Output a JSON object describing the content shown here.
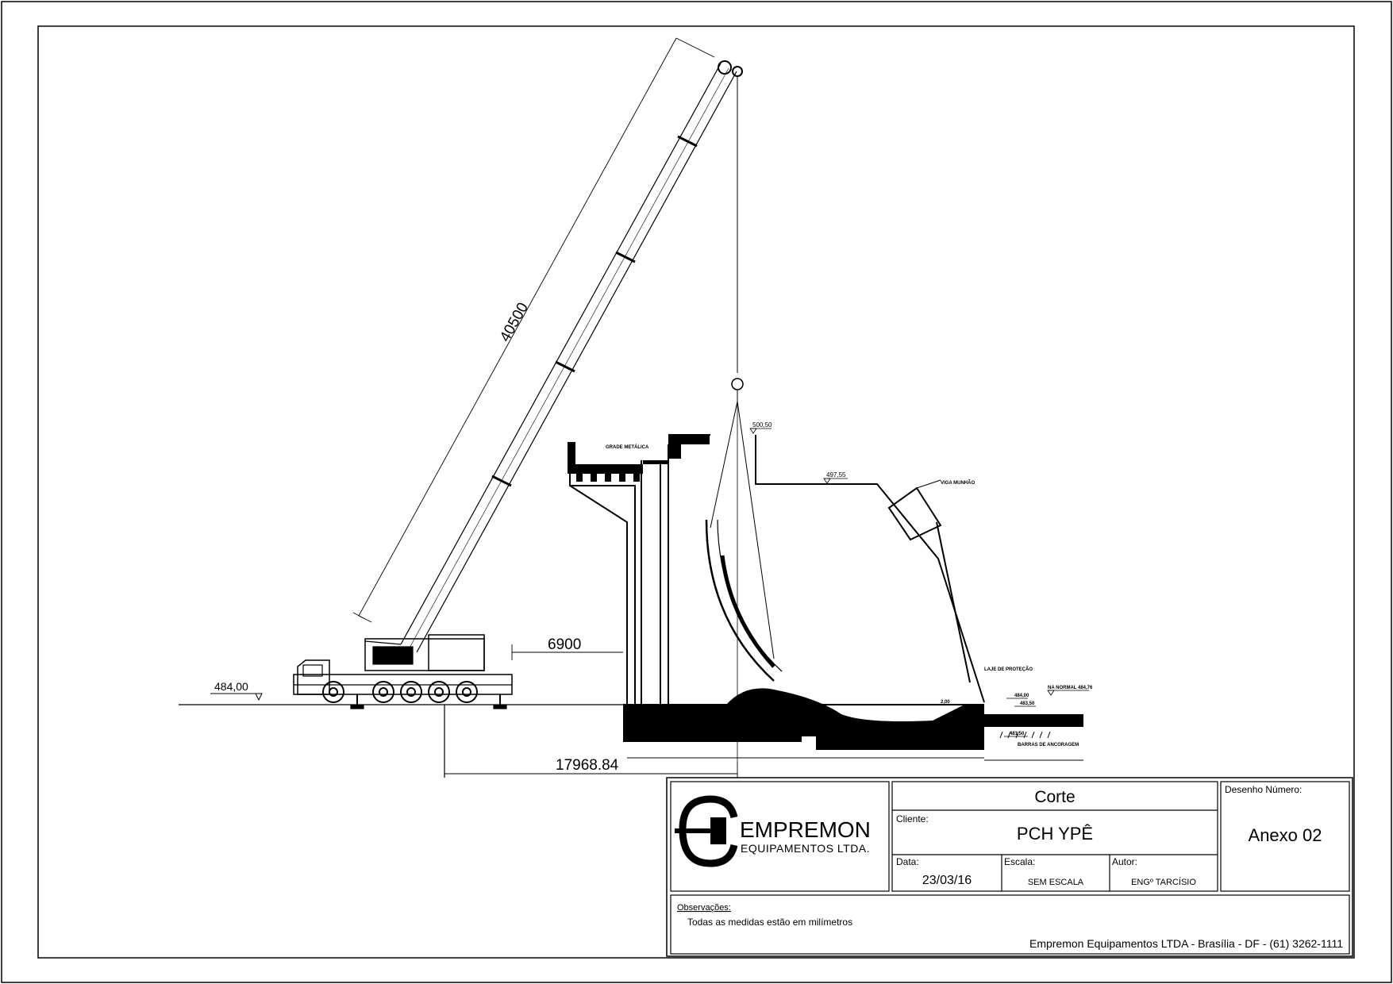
{
  "drawing": {
    "dim_boom": "40500",
    "dim_offset": "6900",
    "dim_radius": "17968.84",
    "ground_level": "484,00",
    "top_level": "500,50",
    "deck_level": "497,55",
    "lbl_grade": "GRADE METÁLICA",
    "lbl_viga": "VIGA MUNHÃO",
    "lbl_laje": "LAJE DE PROTEÇÃO",
    "lbl_na": "NA NORMAL 484,76",
    "lvl_484": "484,00",
    "lvl_483": "483,50",
    "lvl_481": "481,50",
    "lvl_481b": "481,50",
    "lvl_200": "2,00",
    "lbl_barras": "BARRAS DE ANCORAGEM"
  },
  "title_block": {
    "company_name": "EMPREMON",
    "company_sub": "EQUIPAMENTOS LTDA.",
    "title": "Corte",
    "client_label": "Cliente:",
    "client": "PCH YPÊ",
    "date_label": "Data:",
    "date": "23/03/16",
    "scale_label": "Escala:",
    "scale": "SEM ESCALA",
    "author_label": "Autor:",
    "author": "ENGº TARCÍSIO",
    "drawing_number_label": "Desenho Número:",
    "drawing_number": "Anexo 02",
    "notes_label": "Observações:",
    "notes": "Todas as medidas estão em milímetros",
    "footer": "Empremon Equipamentos LTDA - Brasília - DF - (61) 3262-1111"
  }
}
